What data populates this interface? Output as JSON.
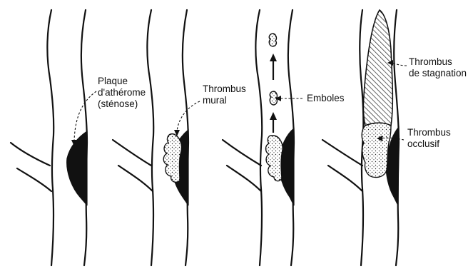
{
  "panels": [
    {
      "id": "stenosis",
      "label_lines": [
        "Plaque",
        "d'athérome",
        "(sténose)"
      ]
    },
    {
      "id": "mural",
      "label_lines": [
        "Thrombus",
        "mural"
      ]
    },
    {
      "id": "emboli",
      "label_lines": [
        "Emboles"
      ]
    },
    {
      "id": "occlusion",
      "labels": [
        {
          "lines": [
            "Thrombus",
            "de stagnation"
          ]
        },
        {
          "lines": [
            "Thrombus",
            "occlusif"
          ]
        }
      ]
    }
  ]
}
